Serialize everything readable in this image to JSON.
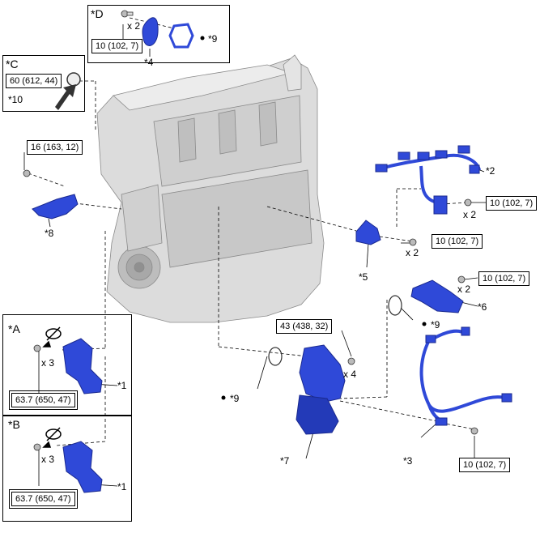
{
  "panels": {
    "A": {
      "tag": "*A",
      "torque": "63.7 (650, 47)",
      "count": "x 3"
    },
    "B": {
      "tag": "*B",
      "torque": "63.7 (650, 47)",
      "count": "x 3"
    },
    "C": {
      "tag": "*C",
      "torque": "60 (612, 44)",
      "part": "*10"
    },
    "D": {
      "tag": "*D",
      "torque": "10 (102, 7)",
      "count": "x 2",
      "part4": "*4",
      "part9": "*9"
    }
  },
  "callouts": {
    "p1a": "*1",
    "p1b": "*1",
    "p2": "*2",
    "p3": "*3",
    "p5": "*5",
    "p6": "*6",
    "p7": "*7",
    "p8": "*8",
    "p9a": "*9",
    "p9b": "*9"
  },
  "torques": {
    "t16": "16 (163, 12)",
    "t_harness_top": "10 (102, 7)",
    "t_p5": "10 (102, 7)",
    "t_p6": "10 (102, 7)",
    "t43": "43 (438, 32)",
    "t_p3": "10 (102, 7)"
  },
  "counts": {
    "c_harness_top": "x 2",
    "c_p5": "x 2",
    "c_p6": "x 2",
    "c43": "x 4"
  },
  "colors": {
    "part_blue": "#2f49d8",
    "part_dark": "#1b2a8f",
    "engine_gray": "#d9d9d9"
  }
}
